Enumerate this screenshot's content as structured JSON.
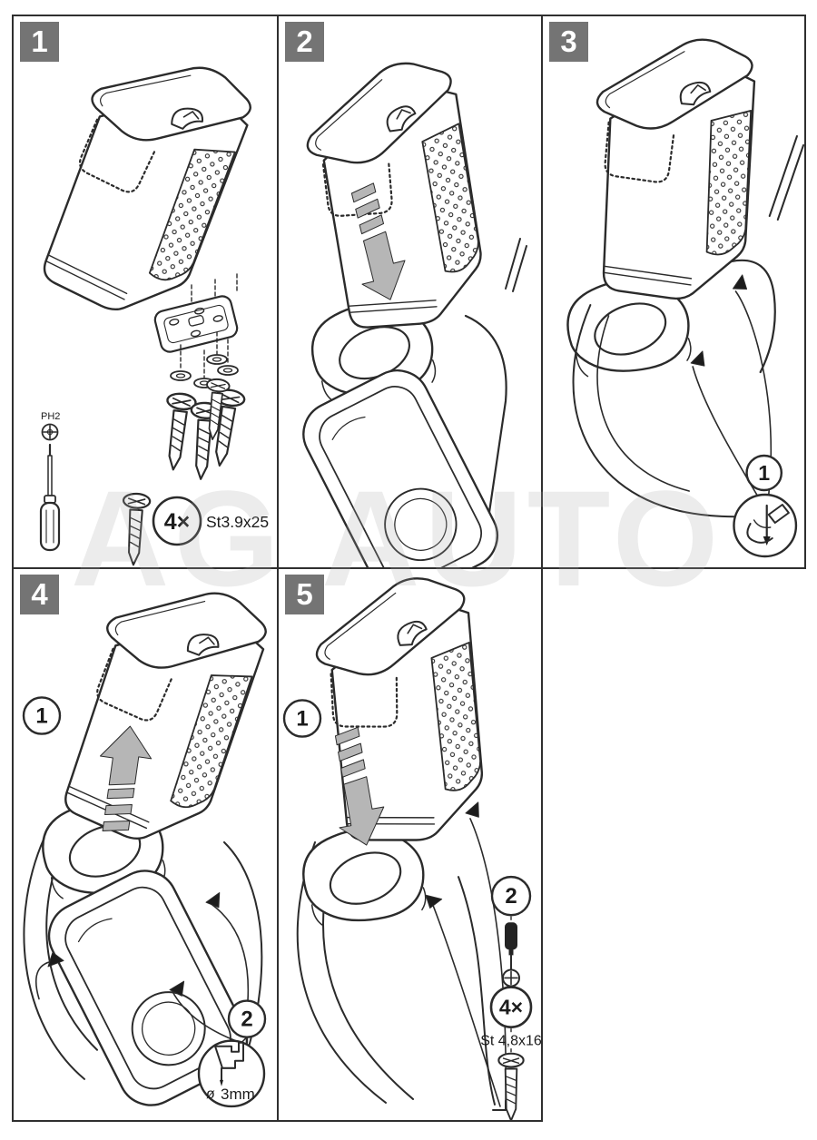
{
  "watermark": "AG AUTO",
  "colors": {
    "line": "#2b2b2b",
    "badge_background": "#747474",
    "slide_arrow_gray": "#b6b6b6",
    "watermark_gray": "#ededed"
  },
  "panels": [
    {
      "badge": "1",
      "tool_label": "PH2",
      "quantity": "4×",
      "screw_spec": "St3.9x25"
    },
    {
      "badge": "2"
    },
    {
      "badge": "3",
      "step1": "1"
    },
    {
      "badge": "4",
      "step1": "1",
      "step2": "2",
      "drill_symbol": "ø",
      "drill_size": "3mm"
    },
    {
      "badge": "5",
      "step1": "1",
      "step2": "2",
      "quantity": "4×",
      "screw_spec": "St 4,8x16"
    }
  ]
}
